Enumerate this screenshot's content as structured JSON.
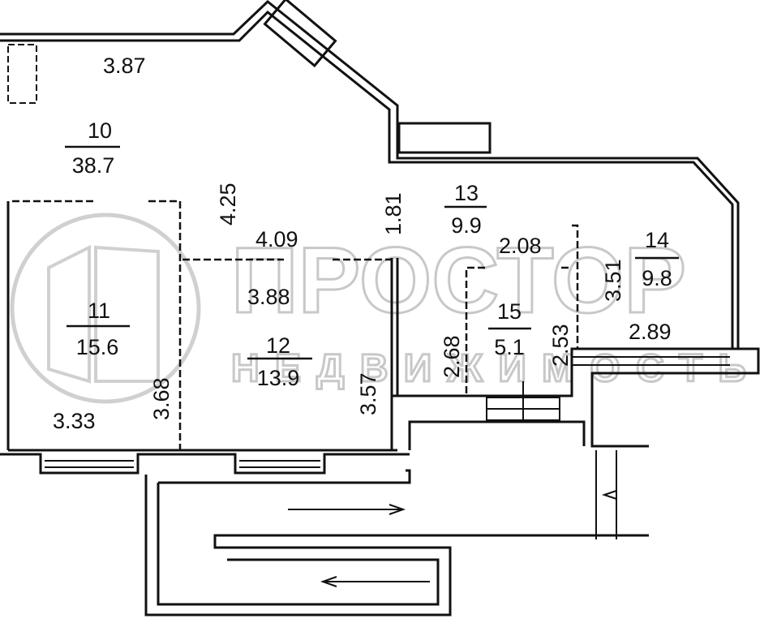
{
  "watermark": {
    "line1": "ПРОСТОР",
    "line2": "НЕДВИЖИМОСТЬ"
  },
  "rooms": [
    {
      "number": "10",
      "area": "38.7"
    },
    {
      "number": "11",
      "area": "15.6"
    },
    {
      "number": "12",
      "area": "13.9"
    },
    {
      "number": "13",
      "area": "9.9"
    },
    {
      "number": "14",
      "area": "9.8"
    },
    {
      "number": "15",
      "area": "5.1"
    }
  ],
  "dimensions": [
    "3.87",
    "4.25",
    "4.09",
    "1.81",
    "3.88",
    "3.33",
    "3.68",
    "3.57",
    "2.08",
    "2.68",
    "2.53",
    "3.51",
    "2.89"
  ]
}
